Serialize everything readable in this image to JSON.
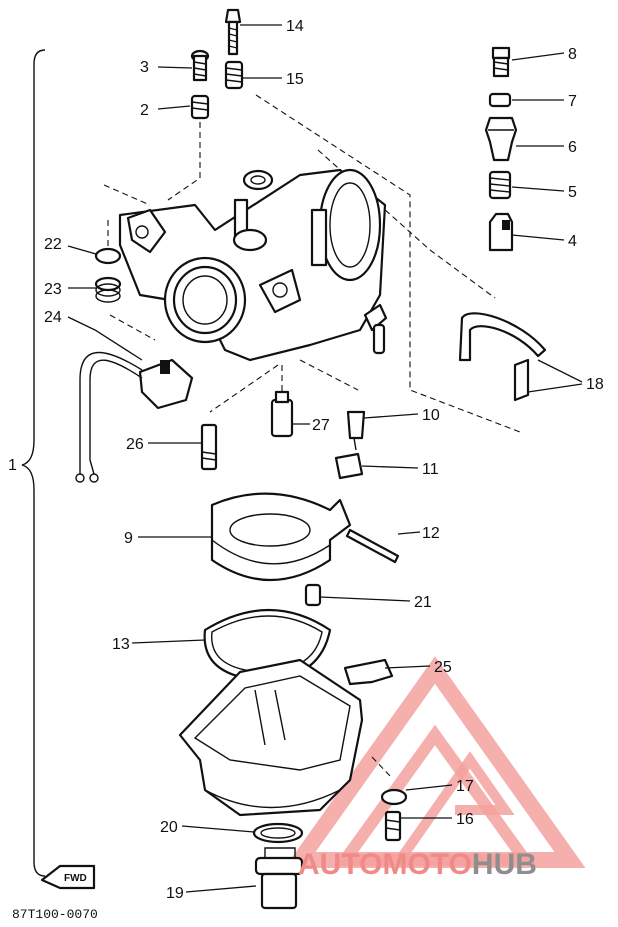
{
  "callouts": {
    "c1": "1",
    "c2": "2",
    "c3": "3",
    "c4": "4",
    "c5": "5",
    "c6": "6",
    "c7": "7",
    "c8": "8",
    "c9": "9",
    "c10": "10",
    "c11": "11",
    "c12": "12",
    "c13": "13",
    "c14": "14",
    "c15": "15",
    "c16": "16",
    "c17": "17",
    "c18": "18",
    "c19": "19",
    "c20": "20",
    "c21": "21",
    "c22": "22",
    "c23": "23",
    "c24": "24",
    "c25": "25",
    "c26": "26",
    "c27": "27"
  },
  "diagram_code": "87T100-0070",
  "fwd_label": "FWD",
  "watermark": {
    "prefix": "AUTOMOTO",
    "suffix": "HUB",
    "color_red": "#f08a86",
    "color_gray": "#8e8e8e"
  }
}
